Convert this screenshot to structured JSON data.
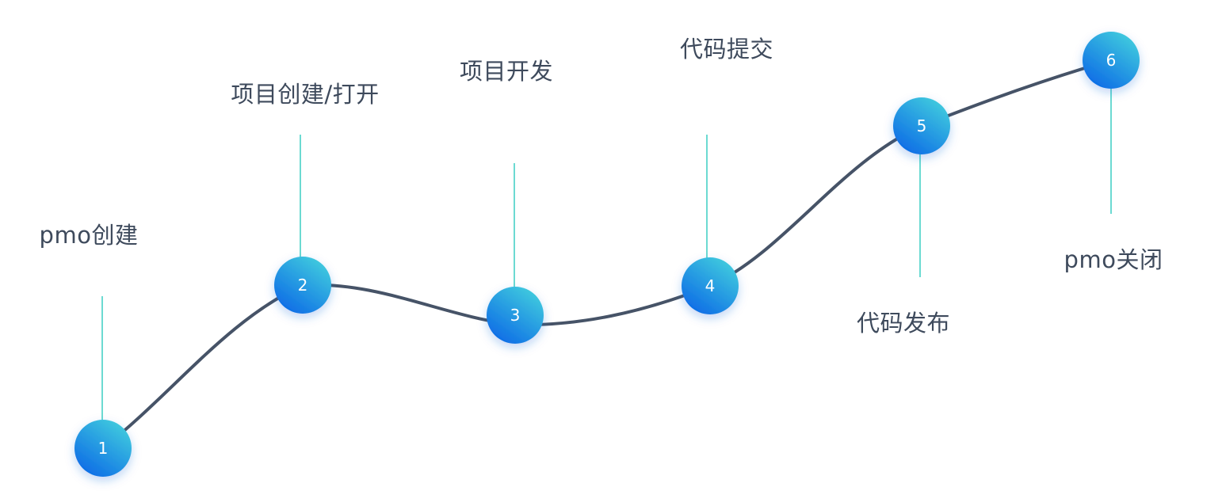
{
  "steps": [
    {
      "number": "1",
      "label": "pmo创建"
    },
    {
      "number": "2",
      "label": "项目创建/打开"
    },
    {
      "number": "3",
      "label": "项目开发"
    },
    {
      "number": "4",
      "label": "代码提交"
    },
    {
      "number": "5",
      "label": "代码发布"
    },
    {
      "number": "6",
      "label": "pmo关闭"
    }
  ],
  "colors": {
    "curve": "#465367",
    "connector": "#47d1c6",
    "node_light": "#3fc9de",
    "node_dark": "#0f6fe6",
    "label": "#3e4a5c"
  }
}
